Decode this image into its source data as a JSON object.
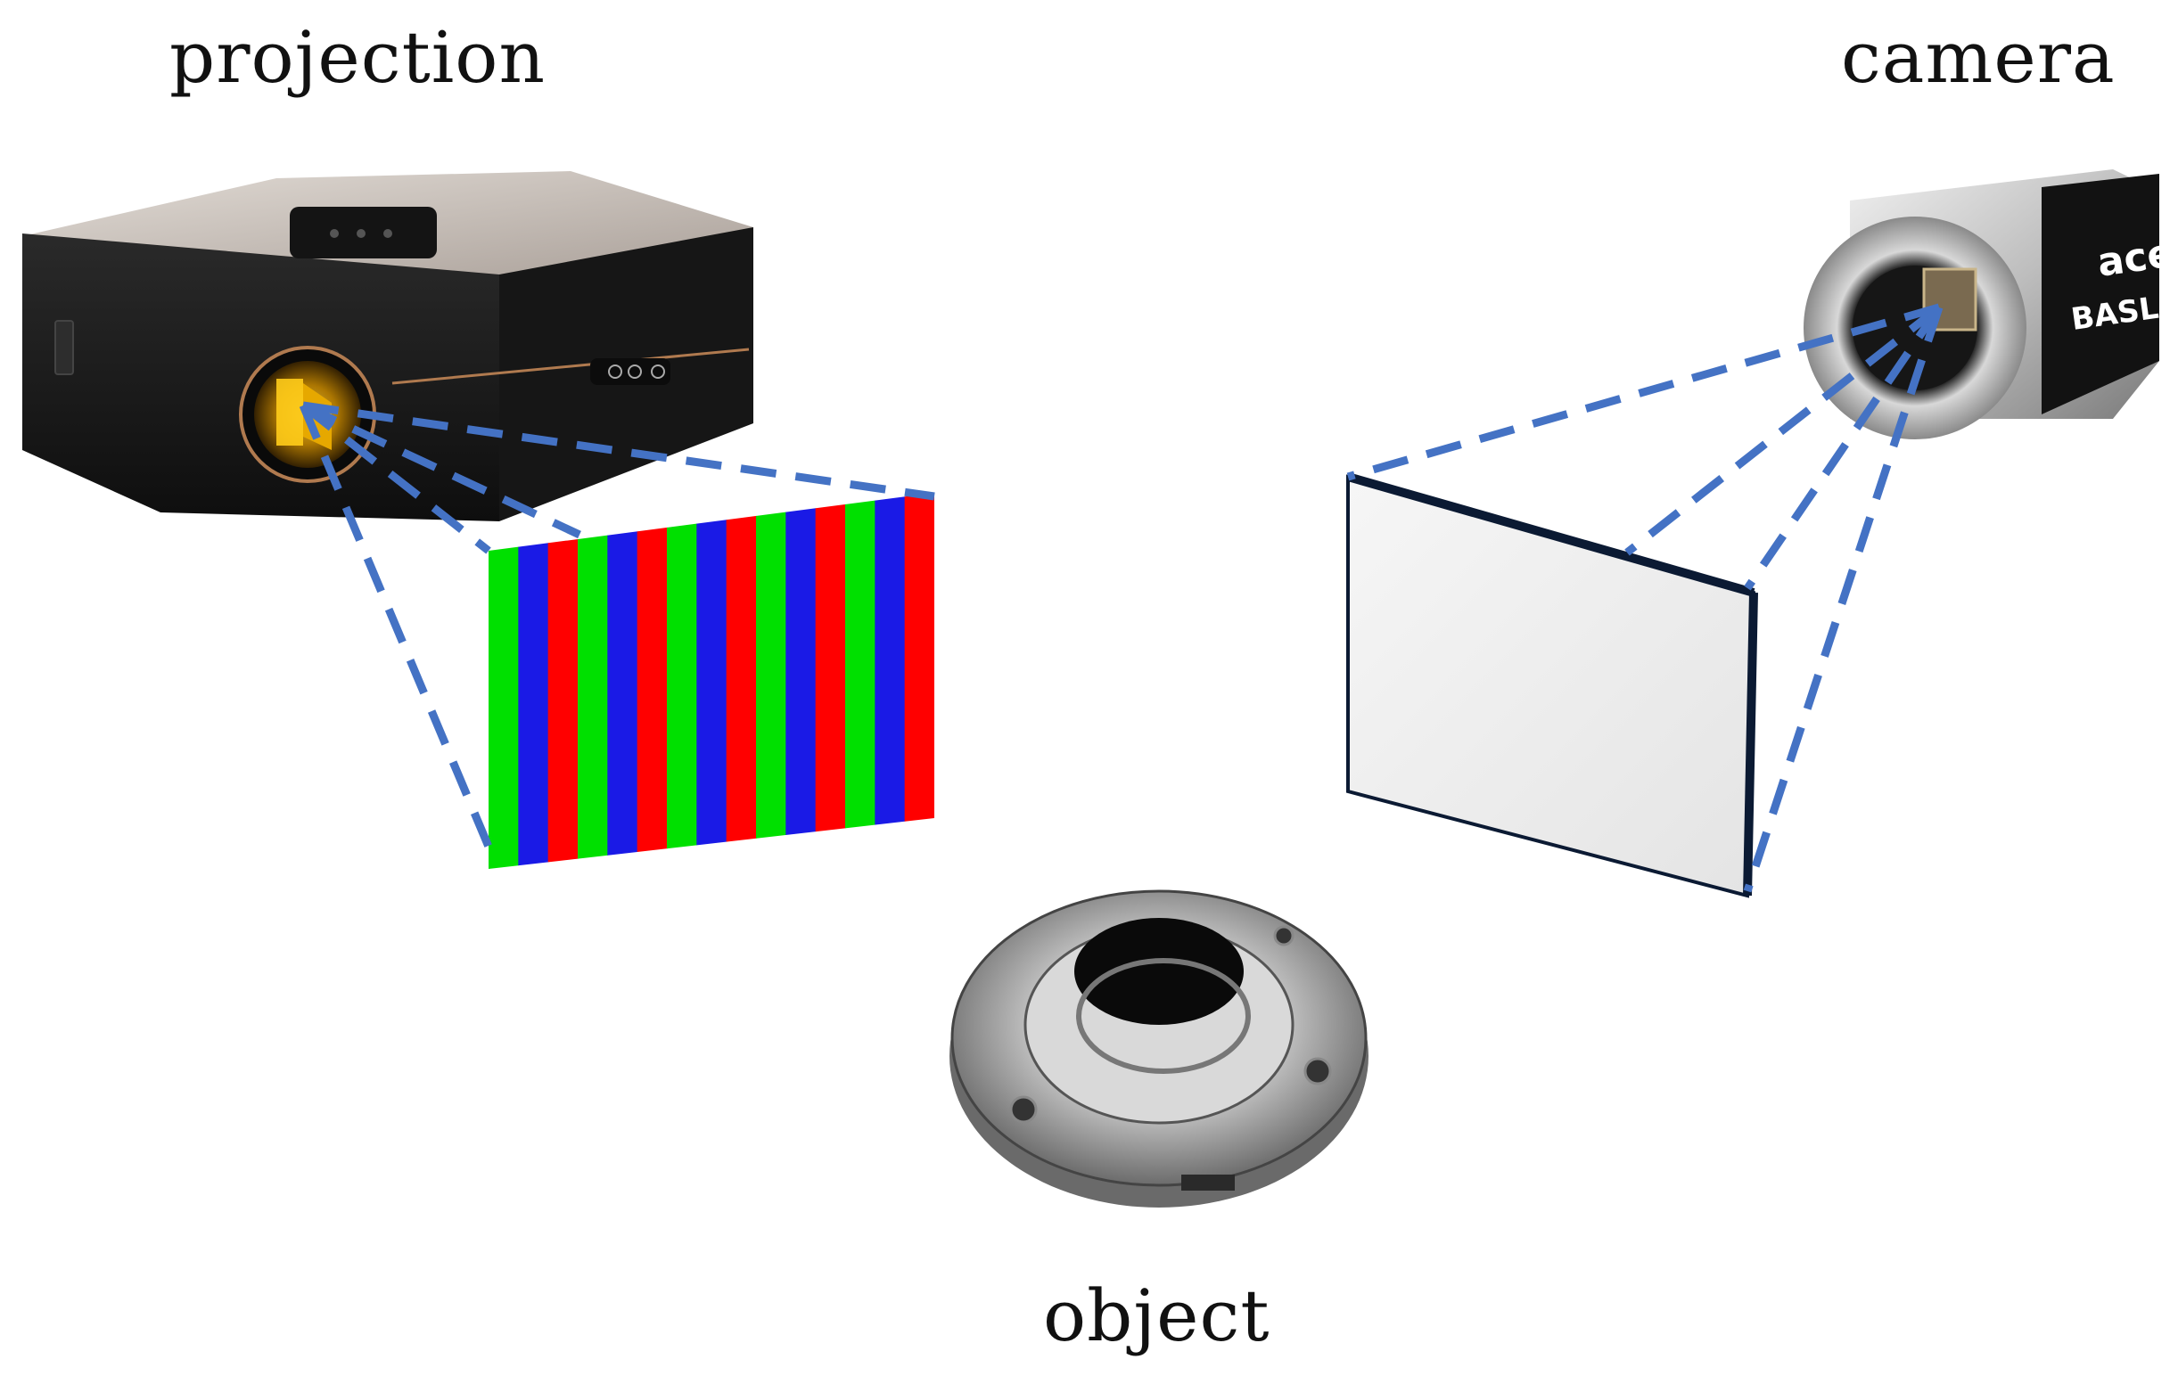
{
  "labels": {
    "projection": "projection",
    "camera": "camera",
    "object": "object"
  },
  "camera_brand": {
    "line1": "ace",
    "line2": "BASLER"
  },
  "colors": {
    "ray": "#4472C4",
    "fringe_green": "#00e000",
    "fringe_blue": "#1a1ae6",
    "fringe_red": "#ff0000",
    "screen_border": "#0b1a33",
    "screen_fill": "#eeeeee",
    "projector_body": "#1c1c1c",
    "projector_top": "#c9c2bc",
    "lens_gold": "#f2b400",
    "camera_silver": "#b8b8b8"
  },
  "fringe_pattern": [
    "green",
    "blue",
    "red",
    "green",
    "blue",
    "red",
    "green",
    "blue",
    "red",
    "green",
    "blue",
    "red",
    "green",
    "blue",
    "red"
  ]
}
